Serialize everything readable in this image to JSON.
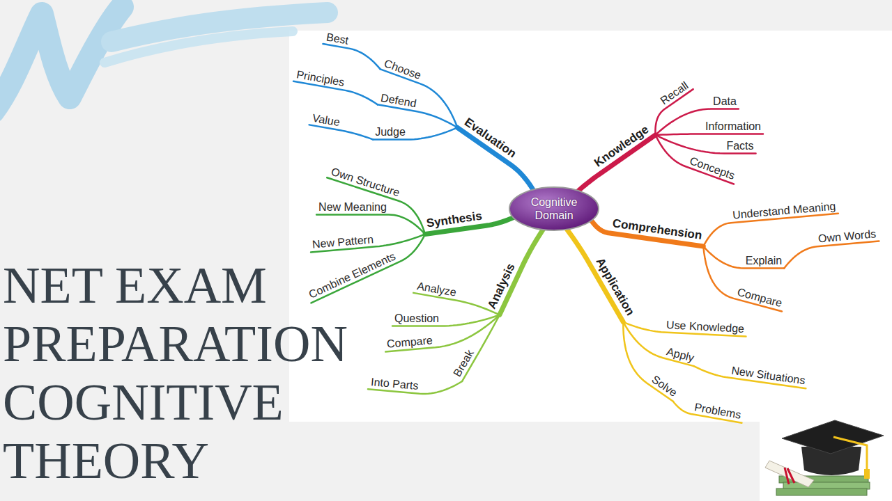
{
  "diagram": {
    "title": "NET EXAM PREPARATION COGNITIVE THEORY",
    "nodes": [
      {
        "text": [
          "Cognitive Domain"
        ]
      },
      {
        "text": [
          "Knowledge"
        ]
      },
      {
        "text": [
          "Recall"
        ]
      },
      {
        "text": [
          "Data"
        ]
      },
      {
        "text": [
          "Information"
        ]
      },
      {
        "text": [
          "Facts"
        ]
      },
      {
        "text": [
          "Concepts"
        ]
      },
      {
        "text": [
          "Comprehension"
        ]
      },
      {
        "text": [
          "Understand Meaning"
        ]
      },
      {
        "text": [
          "Explain"
        ]
      },
      {
        "text": [
          "Own Words"
        ]
      },
      {
        "text": [
          "Compare"
        ]
      },
      {
        "text": [
          "Application"
        ]
      },
      {
        "text": [
          "Use Knowledge"
        ]
      },
      {
        "text": [
          "Apply"
        ]
      },
      {
        "text": [
          "New Situations"
        ]
      },
      {
        "text": [
          "Solve"
        ]
      },
      {
        "text": [
          "Problems"
        ]
      },
      {
        "text": [
          "Analysis"
        ]
      },
      {
        "text": [
          "Analyze"
        ]
      },
      {
        "text": [
          "Question"
        ]
      },
      {
        "text": [
          "Compare"
        ]
      },
      {
        "text": [
          "Break"
        ]
      },
      {
        "text": [
          "Into Parts"
        ]
      },
      {
        "text": [
          "Synthesis"
        ]
      },
      {
        "text": [
          "Own Structure"
        ]
      },
      {
        "text": [
          "New Meaning"
        ]
      },
      {
        "text": [
          "New Pattern"
        ]
      },
      {
        "text": [
          "Combine Elements"
        ]
      },
      {
        "text": [
          "Evaluation"
        ]
      },
      {
        "text": [
          "Choose"
        ]
      },
      {
        "text": [
          "Best"
        ]
      },
      {
        "text": [
          "Defend"
        ]
      },
      {
        "text": [
          "Principles"
        ]
      },
      {
        "text": [
          "Judge"
        ]
      },
      {
        "text": [
          "Value"
        ]
      }
    ],
    "edges": [
      {
        "from": 0,
        "to": 1,
        "arrow": "none"
      },
      {
        "from": 1,
        "to": 2,
        "arrow": "none"
      },
      {
        "from": 1,
        "to": 3,
        "arrow": "none"
      },
      {
        "from": 1,
        "to": 4,
        "arrow": "none"
      },
      {
        "from": 1,
        "to": 5,
        "arrow": "none"
      },
      {
        "from": 1,
        "to": 6,
        "arrow": "none"
      },
      {
        "from": 0,
        "to": 7,
        "arrow": "none"
      },
      {
        "from": 7,
        "to": 8,
        "arrow": "none"
      },
      {
        "from": 7,
        "to": 9,
        "arrow": "none"
      },
      {
        "from": 9,
        "to": 10,
        "arrow": "none"
      },
      {
        "from": 7,
        "to": 11,
        "arrow": "none"
      },
      {
        "from": 0,
        "to": 12,
        "arrow": "none"
      },
      {
        "from": 12,
        "to": 13,
        "arrow": "none"
      },
      {
        "from": 12,
        "to": 14,
        "arrow": "none"
      },
      {
        "from": 14,
        "to": 15,
        "arrow": "none"
      },
      {
        "from": 12,
        "to": 16,
        "arrow": "none"
      },
      {
        "from": 16,
        "to": 17,
        "arrow": "none"
      },
      {
        "from": 0,
        "to": 18,
        "arrow": "none"
      },
      {
        "from": 18,
        "to": 19,
        "arrow": "none"
      },
      {
        "from": 18,
        "to": 20,
        "arrow": "none"
      },
      {
        "from": 18,
        "to": 21,
        "arrow": "none"
      },
      {
        "from": 18,
        "to": 22,
        "arrow": "none"
      },
      {
        "from": 22,
        "to": 23,
        "arrow": "none"
      },
      {
        "from": 0,
        "to": 24,
        "arrow": "none"
      },
      {
        "from": 24,
        "to": 25,
        "arrow": "none"
      },
      {
        "from": 24,
        "to": 26,
        "arrow": "none"
      },
      {
        "from": 24,
        "to": 27,
        "arrow": "none"
      },
      {
        "from": 24,
        "to": 28,
        "arrow": "none"
      },
      {
        "from": 0,
        "to": 29,
        "arrow": "none"
      },
      {
        "from": 29,
        "to": 30,
        "arrow": "none"
      },
      {
        "from": 30,
        "to": 31,
        "arrow": "none"
      },
      {
        "from": 29,
        "to": 32,
        "arrow": "none"
      },
      {
        "from": 32,
        "to": 33,
        "arrow": "none"
      },
      {
        "from": 29,
        "to": 34,
        "arrow": "none"
      },
      {
        "from": 34,
        "to": 35,
        "arrow": "none"
      }
    ]
  }
}
